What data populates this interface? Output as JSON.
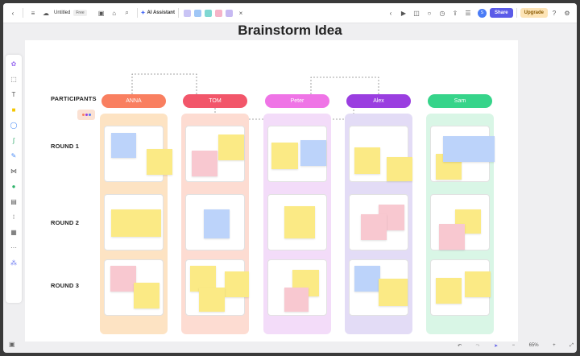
{
  "toolbar": {
    "doc_name": "Untitled",
    "plan_badge": "Free",
    "ai_label": "AI Assistant",
    "share_label": "Share",
    "upgrade_label": "Upgrade",
    "avatar_initial": "S"
  },
  "board": {
    "title": "Brainstorm Idea",
    "participants_label": "PARTICIPANTS",
    "rounds": [
      "ROUND  1",
      "ROUND  2",
      "ROUND  3"
    ],
    "participants": [
      {
        "name": "ANNA",
        "color": "#f97f60",
        "bg": "#fde3c3"
      },
      {
        "name": "TOM",
        "color": "#f2566a",
        "bg": "#fddcd2"
      },
      {
        "name": "Peter",
        "color": "#ef74e6",
        "bg": "#f3dcf9"
      },
      {
        "name": "Alex",
        "color": "#9a3ee0",
        "bg": "#e3dcf6"
      },
      {
        "name": "Sam",
        "color": "#36d48a",
        "bg": "#d9f6e6"
      }
    ]
  },
  "zoom": "65%"
}
